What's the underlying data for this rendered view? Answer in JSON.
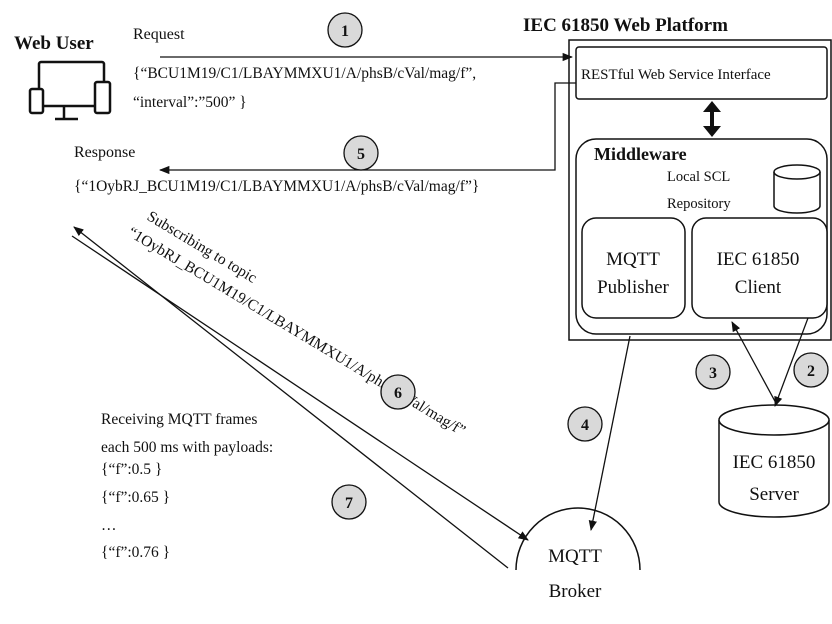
{
  "web_user": {
    "label": "Web User"
  },
  "request": {
    "label": "Request",
    "line1": "{“BCU1M19/C1/LBAYMMXU1/A/phsB/cVal/mag/f”,",
    "line2": "“interval”:”500” }"
  },
  "response": {
    "label": "Response",
    "line1": "{“1OybRJ_BCU1M19/C1/LBAYMMXU1/A/phsB/cVal/mag/f”}"
  },
  "subscribe": {
    "line1": "Subscribing to topic",
    "line2": "“1OybRJ_BCU1M19/C1/LBAYMMXU1/A/phsB/cVal/mag/f”"
  },
  "receiving": {
    "lines": [
      "Receiving MQTT frames",
      "each 500 ms with payloads:",
      "{“f”:0.5 }",
      "{“f”:0.65 }",
      "…",
      "{“f”:0.76 }"
    ]
  },
  "platform": {
    "title": "IEC 61850 Web Platform",
    "restful": "RESTful Web Service Interface",
    "middleware": "Middleware",
    "local_scl_line1": "Local SCL",
    "local_scl_line2": "Repository",
    "mqtt_publisher_line1": "MQTT",
    "mqtt_publisher_line2": "Publisher",
    "iec_client_line1": "IEC 61850",
    "iec_client_line2": "Client"
  },
  "server": {
    "line1": "IEC 61850",
    "line2": "Server"
  },
  "broker": {
    "line1": "MQTT",
    "line2": "Broker"
  },
  "steps": [
    "1",
    "2",
    "3",
    "4",
    "5",
    "6",
    "7"
  ]
}
